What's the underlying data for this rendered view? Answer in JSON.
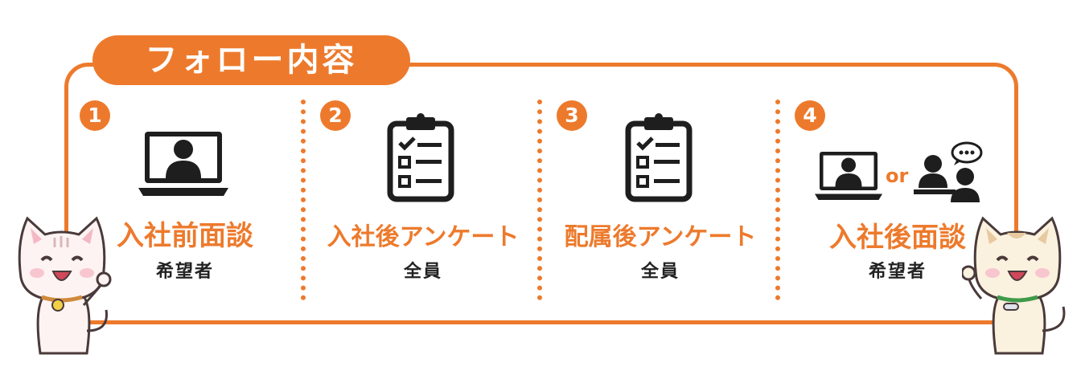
{
  "header": {
    "title": "フォロー内容"
  },
  "steps": [
    {
      "number": "1",
      "title": "入社前面談",
      "target": "希望者"
    },
    {
      "number": "2",
      "title": "入社後アンケート",
      "target": "全員"
    },
    {
      "number": "3",
      "title": "配属後アンケート",
      "target": "全員"
    },
    {
      "number": "4",
      "title": "入社後面談",
      "target": "希望者",
      "or_label": "or"
    }
  ],
  "colors": {
    "accent": "#ed7a2c",
    "icon": "#1e1e1e",
    "text": "#222222"
  }
}
